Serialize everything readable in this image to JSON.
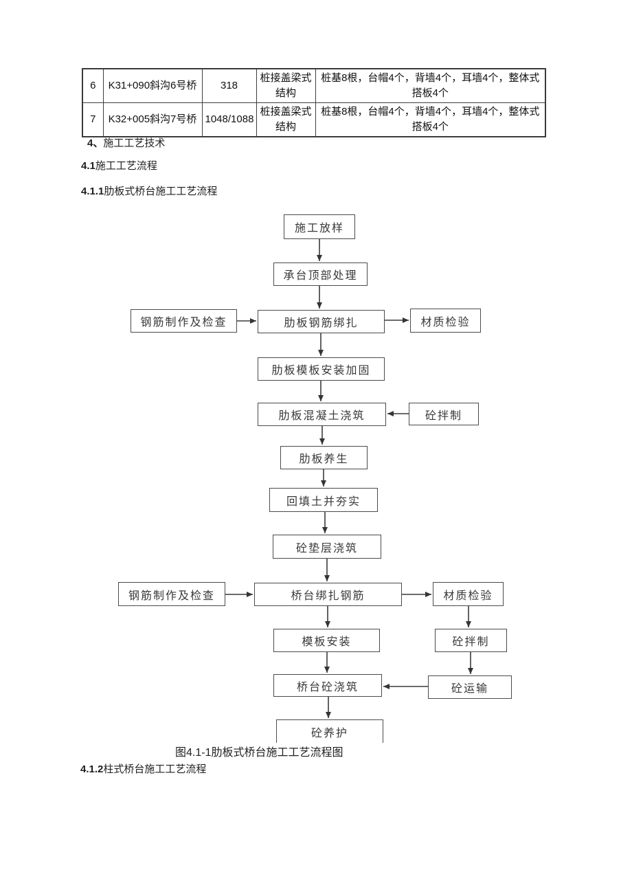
{
  "table": {
    "rows": [
      {
        "no": "6",
        "name": "K31+090斜沟6号桥",
        "span": "318",
        "structure": "桩接盖梁式结构",
        "desc": "桩基8根，台帽4个，背墙4个，耳墙4个，整体式搭板4个"
      },
      {
        "no": "7",
        "name": "K32+005斜沟7号桥",
        "span": "1048/1088",
        "structure": "桩接盖梁式结构",
        "desc": "桩基8根，台帽4个，背墙4个，耳墙4个，整体式搭板4个"
      }
    ]
  },
  "headings": {
    "h4": {
      "num": "4、",
      "text": "施工工艺技术"
    },
    "h41": {
      "num": "4.1",
      "text": "施工工艺流程"
    },
    "h411": {
      "num": "4.1.1",
      "text": "肋板式桥台施工工艺流程"
    },
    "h412": {
      "num": "4.1.2",
      "text": "柱式桥台施工工艺流程"
    }
  },
  "figure": {
    "caption": "图4.1-1肋板式桥台施工工艺流程图"
  },
  "flowchart": {
    "nodes": {
      "layout": "施工放样",
      "cap_top": "承台顶部处理",
      "rebar_check_1": "钢筋制作及检查",
      "rib_rebar": "肋板钢筋绑扎",
      "material_test_1": "材质检验",
      "rib_formwork": "肋板模板安装加固",
      "rib_concrete": "肋板混凝土浇筑",
      "mixing_1": "砼拌制",
      "rib_curing": "肋板养生",
      "backfill": "回填土并夯实",
      "cushion": "砼垫层浇筑",
      "rebar_check_2": "钢筋制作及检查",
      "abutment_rebar": "桥台绑扎钢筋",
      "material_test_2": "材质检验",
      "formwork": "模板安装",
      "mixing_2": "砼拌制",
      "abutment_concrete": "桥台砼浇筑",
      "transport": "砼运输",
      "curing": "砼养护"
    }
  },
  "colors": {
    "line": "#3a3a3a",
    "box_border": "#4a4a4a",
    "text": "#1c1c1c"
  }
}
